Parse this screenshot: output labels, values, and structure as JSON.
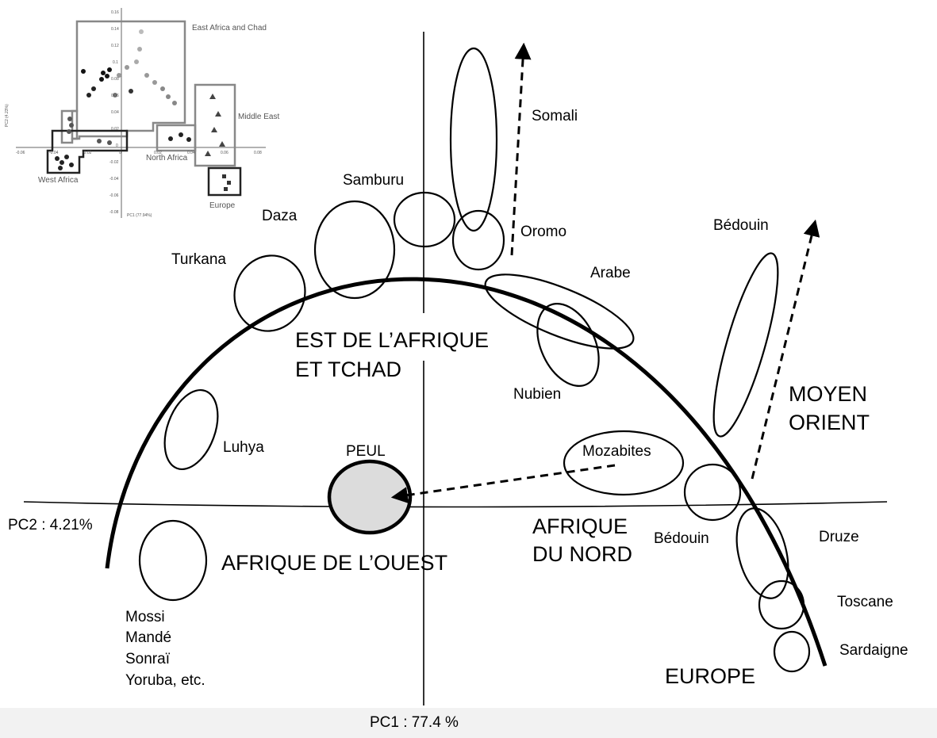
{
  "axes": {
    "pc1_label": "PC1 : 77.4 %",
    "pc2_label": "PC2 : 4.21%"
  },
  "regions": {
    "east": [
      "EST DE L’AFRIQUE",
      "ET TCHAD"
    ],
    "west": "AFRIQUE DE L’OUEST",
    "north": [
      "AFRIQUE",
      "DU NORD"
    ],
    "middle_east": [
      "MOYEN",
      "ORIENT"
    ],
    "europe": "EUROPE"
  },
  "populations": {
    "somali": "Somali",
    "samburu": "Samburu",
    "daza": "Daza",
    "turkana": "Turkana",
    "oromo": "Oromo",
    "arabe": "Arabe",
    "nubien": "Nubien",
    "bedouin_top": "Bédouin",
    "luhya": "Luhya",
    "peul": "PEUL",
    "mozabites": "Mozabites",
    "bedouin_low": "Bédouin",
    "druze": "Druze",
    "toscane": "Toscane",
    "sardaigne": "Sardaigne",
    "west_list": [
      "Mossi",
      "Mandé",
      "Sonraï",
      "Yoruba, etc."
    ]
  },
  "inset": {
    "groups": {
      "east": "East Africa and Chad",
      "middle_east": "Middle East",
      "north": "North Africa",
      "west": "West Africa",
      "europe": "Europe"
    },
    "y_ticks": [
      "0.16",
      "0.14",
      "0.12",
      "0.1",
      "0.08",
      "0.06",
      "0.04",
      "0.02",
      "0",
      "-0.02",
      "-0.04",
      "-0.06",
      "-0.08"
    ],
    "x_ticks": [
      "-0.06",
      "-0.04",
      "-0.02",
      "0",
      "0.02",
      "0.04",
      "0.06",
      "0.08"
    ],
    "x_axis_label": "PC1 (77.94%)",
    "y_axis_label": "PC2 (4.23%)"
  },
  "colors": {
    "peul_fill": "#dcdcdc",
    "footer_bg": "#f2f2f2"
  }
}
